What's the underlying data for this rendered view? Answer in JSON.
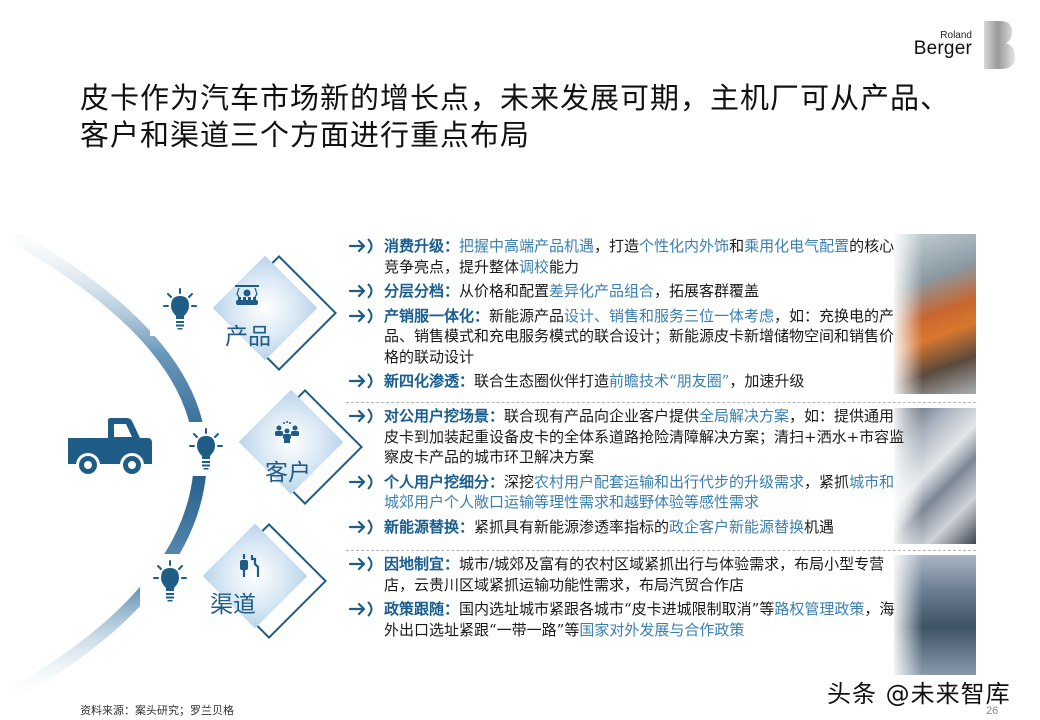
{
  "brand": {
    "logo_top": "Roland",
    "logo_main": "Berger"
  },
  "title": {
    "line1": "皮卡作为汽车市场新的增长点，未来发展可期，主机厂可从产品、",
    "line2": "客户和渠道三个方面进行重点布局"
  },
  "nodes": [
    {
      "label": "产品",
      "icon": "robot-arm-production-icon"
    },
    {
      "label": "客户",
      "icon": "people-group-icon"
    },
    {
      "label": "渠道",
      "icon": "channel-path-icon"
    }
  ],
  "sections": [
    {
      "name": "product",
      "items": [
        {
          "parts": [
            {
              "t": "消费升级：",
              "c": "kw"
            },
            {
              "t": "把握中高端产品机遇",
              "c": "hl"
            },
            {
              "t": "，打造",
              "c": ""
            },
            {
              "t": "个性化内外饰",
              "c": "hl"
            },
            {
              "t": "和",
              "c": ""
            },
            {
              "t": "乘用化电气配置",
              "c": "hl"
            },
            {
              "t": "的核心竞争亮点，提升整体",
              "c": ""
            },
            {
              "t": "调校",
              "c": "hl"
            },
            {
              "t": "能力",
              "c": ""
            }
          ]
        },
        {
          "parts": [
            {
              "t": "分层分档：",
              "c": "kw"
            },
            {
              "t": "从价格和配置",
              "c": ""
            },
            {
              "t": "差异化产品组合",
              "c": "hl"
            },
            {
              "t": "，拓展客群覆盖",
              "c": ""
            }
          ]
        },
        {
          "parts": [
            {
              "t": "产销服一体化：",
              "c": "kw"
            },
            {
              "t": "新能源产品",
              "c": ""
            },
            {
              "t": "设计、销售和服务三位一体考虑",
              "c": "hl"
            },
            {
              "t": "，如：充换电的产品、销售模式和充电服务模式的联合设计；新能源皮卡新增储物空间和销售价格的联动设计",
              "c": ""
            }
          ]
        },
        {
          "parts": [
            {
              "t": "新四化渗透：",
              "c": "kw"
            },
            {
              "t": "联合生态圈伙伴打造",
              "c": ""
            },
            {
              "t": "前瞻技术“朋友圈”",
              "c": "hl"
            },
            {
              "t": "，加速升级",
              "c": ""
            }
          ]
        }
      ]
    },
    {
      "name": "customer",
      "items": [
        {
          "parts": [
            {
              "t": "对公用户挖场景：",
              "c": "kw"
            },
            {
              "t": "联合现有产品向企业客户提供",
              "c": ""
            },
            {
              "t": "全局解决方案",
              "c": "hl"
            },
            {
              "t": "，如：提供通用皮卡到加装起重设备皮卡的全体系道路抢险清障解决方案；清扫+洒水+市容监察皮卡产品的城市环卫解决方案",
              "c": ""
            }
          ]
        },
        {
          "parts": [
            {
              "t": "个人用户挖细分：",
              "c": "kw"
            },
            {
              "t": "深挖",
              "c": ""
            },
            {
              "t": "农村用户配套运输和出行代步的升级需求",
              "c": "hl"
            },
            {
              "t": "，紧抓",
              "c": ""
            },
            {
              "t": "城市和城郊用户个人敞口运输等理性需求和越野体验等感性需求",
              "c": "hl"
            }
          ]
        },
        {
          "parts": [
            {
              "t": "新能源替换：",
              "c": "kw"
            },
            {
              "t": "紧抓具有新能源渗透率指标的",
              "c": ""
            },
            {
              "t": "政企客户新能源替换",
              "c": "hl"
            },
            {
              "t": "机遇",
              "c": ""
            }
          ]
        }
      ]
    },
    {
      "name": "channel",
      "items": [
        {
          "parts": [
            {
              "t": "因地制宜：",
              "c": "kw"
            },
            {
              "t": "城市/城郊及富有的农村区域紧抓出行与体验需求，布局小型专营店，云贵川区域紧抓运输功能性需求，布局汽贸合作店",
              "c": ""
            }
          ]
        },
        {
          "parts": [
            {
              "t": "政策跟随：",
              "c": "kw"
            },
            {
              "t": "国内选址城市紧跟各城市“皮卡进城限制取消”等",
              "c": ""
            },
            {
              "t": "路权管理政策",
              "c": "hl"
            },
            {
              "t": "，海外出口选址紧跟“一带一路”等",
              "c": ""
            },
            {
              "t": "国家对外发展与合作政策",
              "c": "hl"
            }
          ]
        }
      ]
    }
  ],
  "footer": {
    "source": "资料来源：案头研究；罗兰贝格",
    "watermark": "头条 @未来智库",
    "page_number": "26"
  },
  "colors": {
    "accent": "#1f5c86",
    "highlight": "#3a7fb0"
  }
}
